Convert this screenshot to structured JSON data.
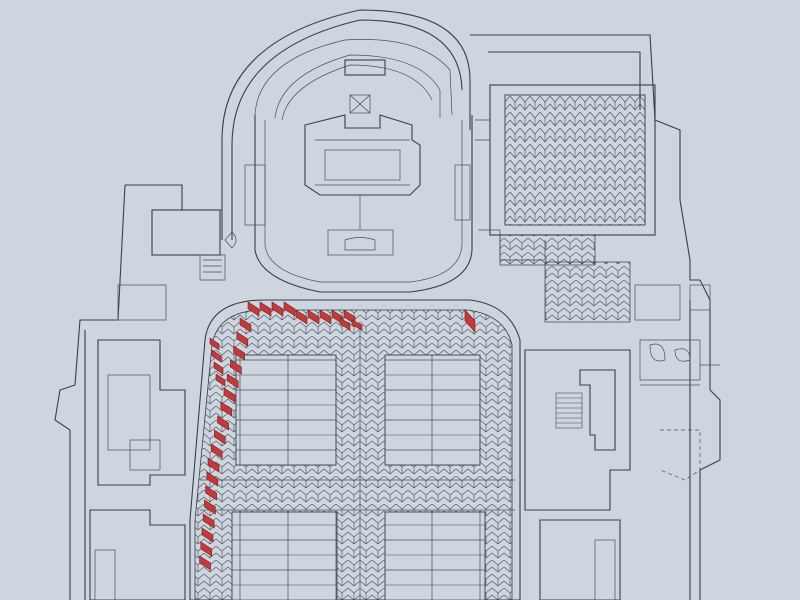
{
  "drawing": {
    "paper_color": "#cdd5de",
    "line_color": "#3a3f48",
    "highlight_color": "#c23a3a",
    "highlight_stroke": "#7a1f1f"
  },
  "plan": {
    "zones": [
      {
        "name": "apse-sanctuary",
        "pattern": "none"
      },
      {
        "name": "east-chapel",
        "pattern": "herringbone-tiles"
      },
      {
        "name": "nave",
        "pattern": "herringbone-tiles-with-pews"
      },
      {
        "name": "west-side-rooms",
        "pattern": "none"
      },
      {
        "name": "south-side-rooms",
        "pattern": "none"
      }
    ],
    "highlighted_tiles": "perimeter-of-nave-floor"
  }
}
